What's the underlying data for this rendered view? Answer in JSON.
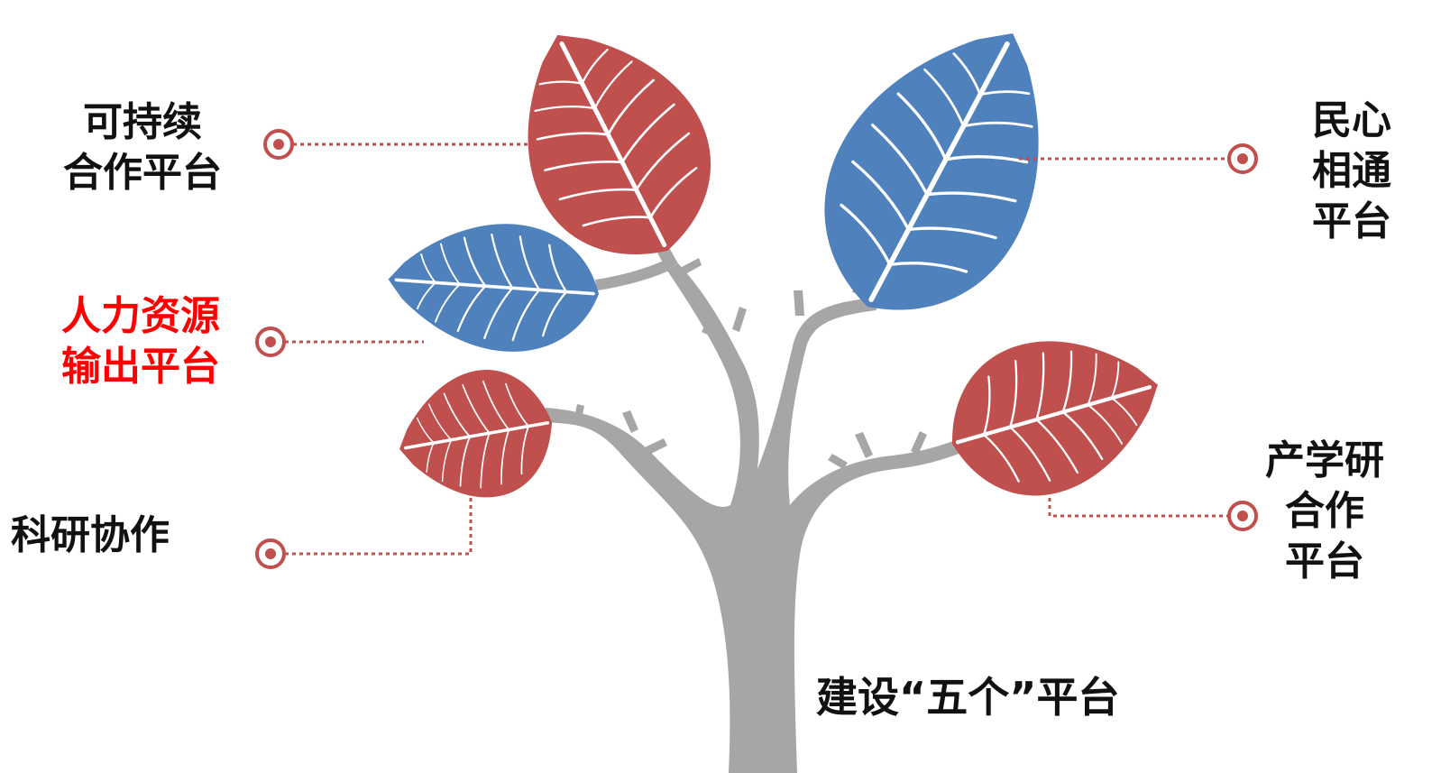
{
  "colors": {
    "red_leaf": "#c0504d",
    "blue_leaf": "#4f81bd",
    "trunk": "#a6a6a6",
    "connector": "#c0504d",
    "highlight_text": "#ff0000",
    "text": "#111111"
  },
  "title": "建设“五个”平台",
  "platforms": {
    "sustainable": {
      "lines": [
        "可持续",
        "合作平台"
      ]
    },
    "human_resources": {
      "lines": [
        "人力资源",
        "输出平台"
      ]
    },
    "research": {
      "lines": [
        "科研协作"
      ]
    },
    "minxin": {
      "lines": [
        "民心",
        "相通",
        "平台"
      ]
    },
    "industry_university_research": {
      "lines": [
        "产学研",
        "合作",
        "平台"
      ]
    }
  }
}
